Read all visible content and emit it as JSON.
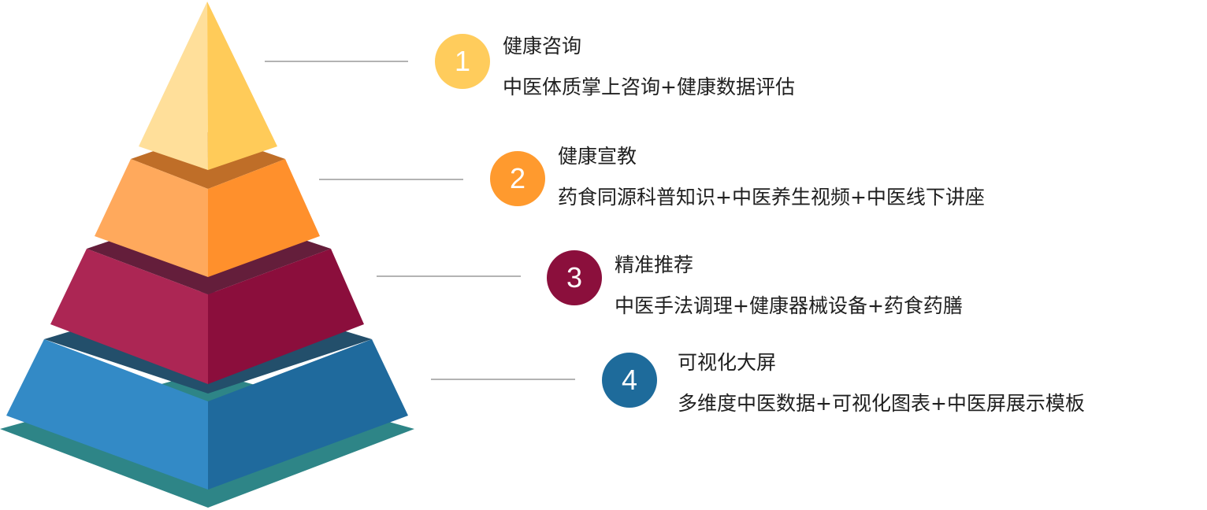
{
  "tiers": [
    {
      "number": "1",
      "title": "健康咨询",
      "description": "中医体质掌上咨询+健康数据评估",
      "color": "#FFCC5C"
    },
    {
      "number": "2",
      "title": "健康宣教",
      "description": "药食同源科普知识+中医养生视频+中医线下讲座",
      "color": "#FF9A2E"
    },
    {
      "number": "3",
      "title": "精准推荐",
      "description": "中医手法调理+健康器械设备+药食药膳",
      "color": "#8B0F3C"
    },
    {
      "number": "4",
      "title": "可视化大屏",
      "description": "多维度中医数据+可视化图表+中医屏展示模板",
      "color": "#1E6B9B"
    }
  ]
}
